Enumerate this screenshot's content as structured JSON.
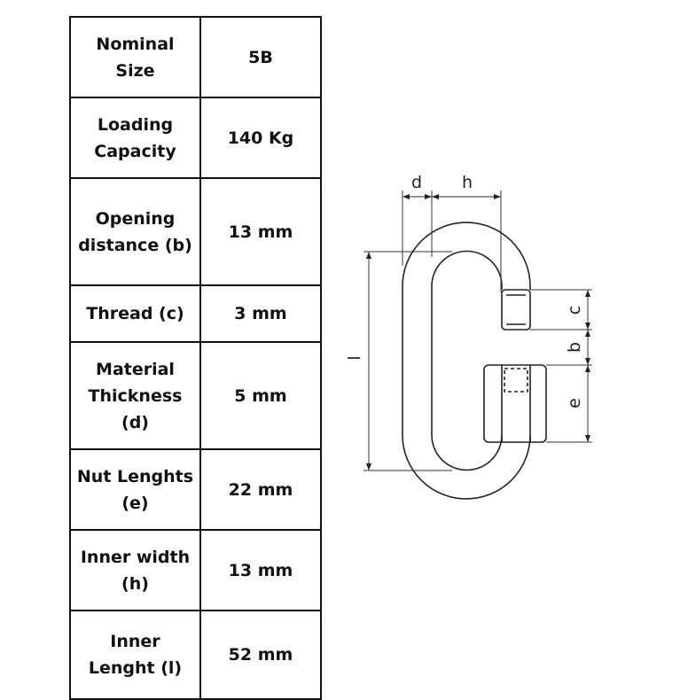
{
  "spec_table": {
    "rows": [
      {
        "label": "Nominal Size",
        "value": "5B"
      },
      {
        "label": "Loading Capacity",
        "value": "140 Kg"
      },
      {
        "label": "Opening distance (b)",
        "value": "13 mm"
      },
      {
        "label": "Thread (c)",
        "value": "3 mm"
      },
      {
        "label": "Material Thickness (d)",
        "value": "5 mm"
      },
      {
        "label": "Nut Lenghts (e)",
        "value": "22 mm"
      },
      {
        "label": "Inner width (h)",
        "value": "13 mm"
      },
      {
        "label": "Inner Lenght (l)",
        "value": "52 mm"
      }
    ]
  },
  "diagram": {
    "labels": {
      "d": "d",
      "h": "h",
      "l": "l",
      "c": "c",
      "b": "b",
      "e": "e"
    }
  }
}
